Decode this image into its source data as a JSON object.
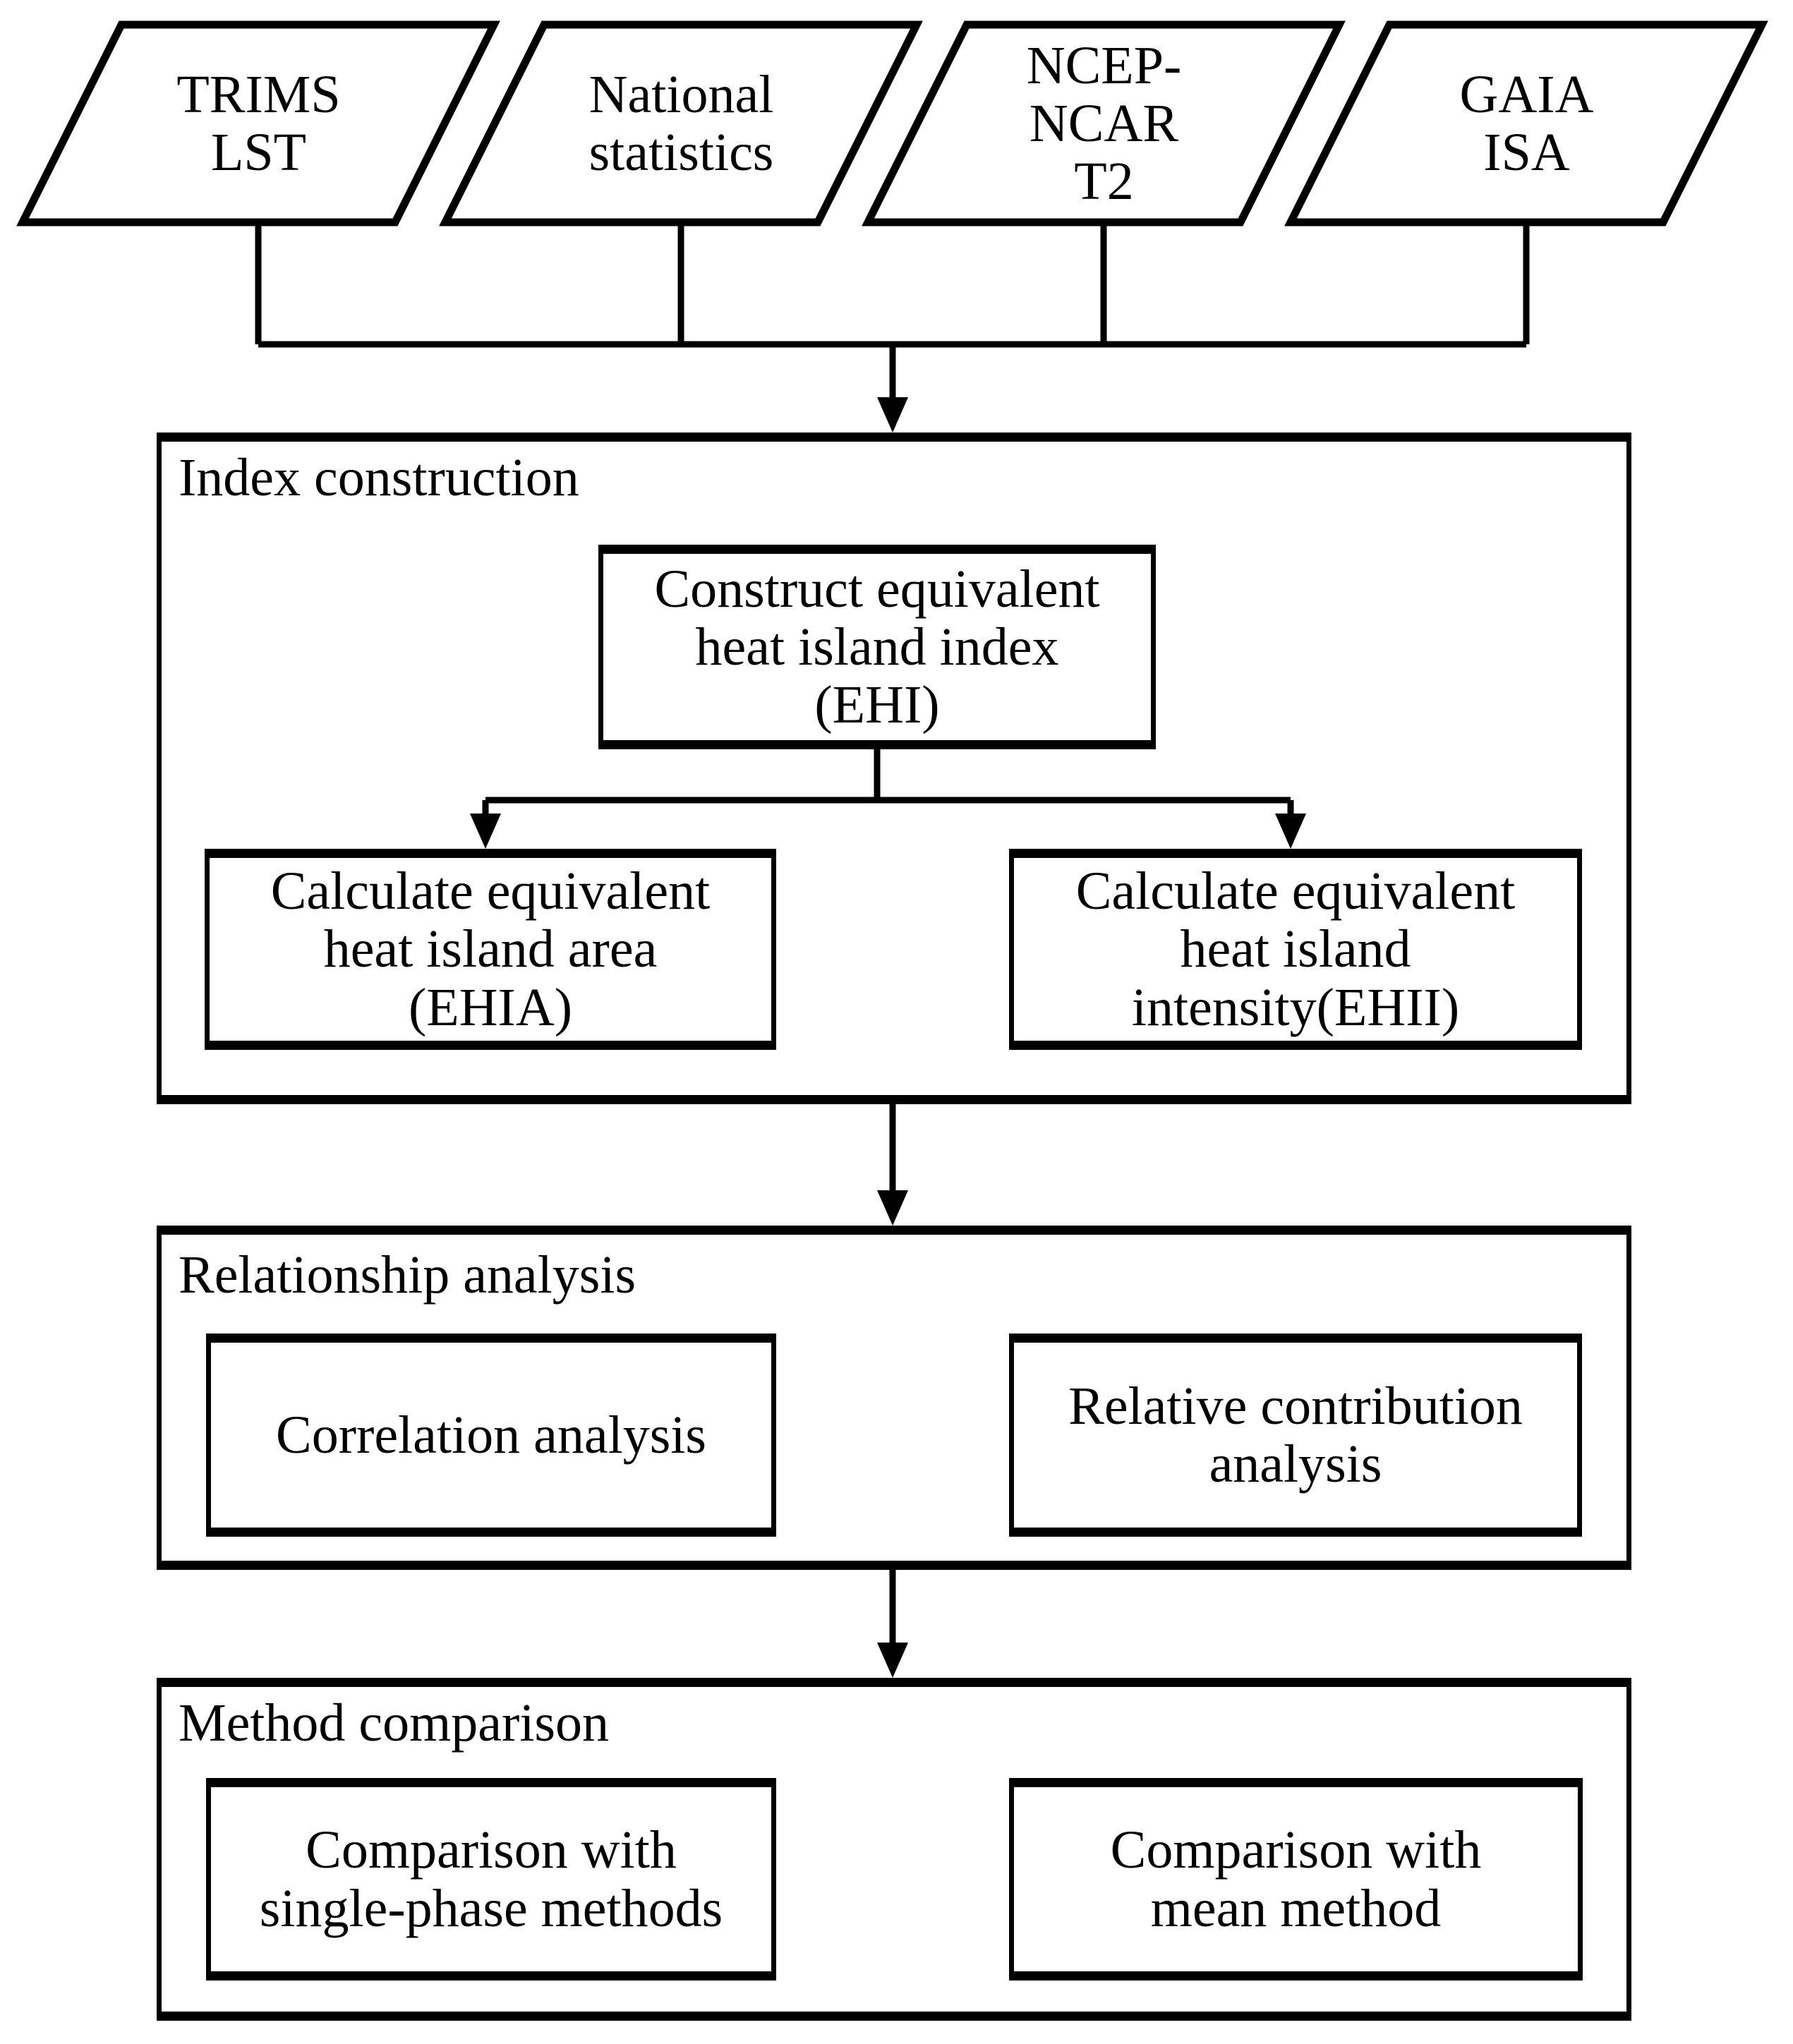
{
  "sources": [
    {
      "label": "TRIMS\nLST"
    },
    {
      "label": "National\nstatistics"
    },
    {
      "label": "NCEP-\nNCAR\nT2"
    },
    {
      "label": "GAIA\nISA"
    }
  ],
  "index_construction": {
    "title": "Index construction",
    "ehi_label": "Construct equivalent\nheat island index\n(EHI)",
    "ehia_label": "Calculate equivalent\nheat island area\n(EHIA)",
    "ehii_label": "Calculate equivalent\nheat island\nintensity(EHII)"
  },
  "relationship_analysis": {
    "title": "Relationship analysis",
    "correlation_label": "Correlation analysis",
    "relative_contribution_label": "Relative contribution\nanalysis"
  },
  "method_comparison": {
    "title": "Method comparison",
    "single_phase_label": "Comparison with\nsingle-phase methods",
    "mean_label": "Comparison with\nmean method"
  },
  "colors": {
    "stroke": "#000000",
    "background": "#ffffff"
  }
}
